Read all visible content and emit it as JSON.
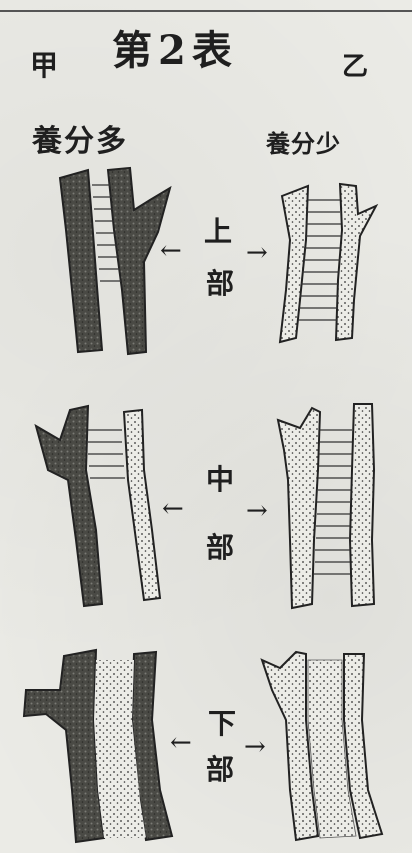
{
  "header": {
    "title": "第2表",
    "left_mark": "甲",
    "right_mark": "乙"
  },
  "columns": {
    "left_label": "養分多",
    "right_label": "養分少"
  },
  "sections": [
    {
      "char1": "上",
      "char2": "部"
    },
    {
      "char1": "中",
      "char2": "部"
    },
    {
      "char1": "下",
      "char2": "部"
    }
  ],
  "arrows": {
    "left": "←",
    "right": "→"
  }
}
